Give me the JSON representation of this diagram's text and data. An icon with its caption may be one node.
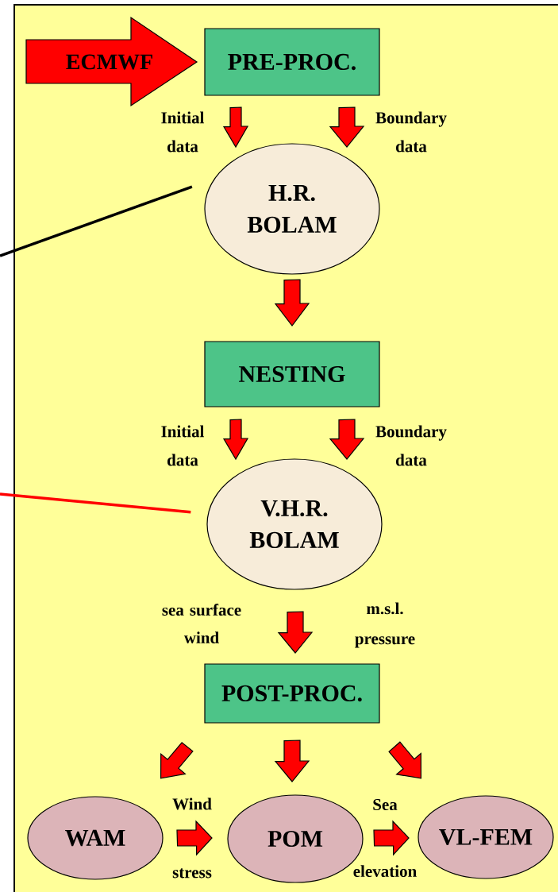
{
  "diagram": {
    "nodes": [
      {
        "text": [
          "ECMWF"
        ]
      },
      {
        "text": [
          "PRE-PROC."
        ]
      },
      {
        "text": [
          "H.R. BOLAM"
        ]
      },
      {
        "text": [
          "NESTING"
        ]
      },
      {
        "text": [
          "V.H.R. BOLAM"
        ]
      },
      {
        "text": [
          "POST-PROC."
        ]
      },
      {
        "text": [
          "WAM"
        ]
      },
      {
        "text": [
          "POM"
        ]
      },
      {
        "text": [
          "VL-FEM"
        ]
      }
    ],
    "edges": [
      {
        "from": 1,
        "to": 2,
        "arrow": "to",
        "label": "Initial data"
      },
      {
        "from": 1,
        "to": 2,
        "arrow": "to",
        "label": "Boundary data"
      },
      {
        "from": 2,
        "to": 3,
        "arrow": "to"
      },
      {
        "from": 3,
        "to": 4,
        "arrow": "to",
        "label": "Initial data"
      },
      {
        "from": 3,
        "to": 4,
        "arrow": "to",
        "label": "Boundary data"
      },
      {
        "from": 4,
        "to": 5,
        "arrow": "to",
        "label": "sea surface wind"
      },
      {
        "from": 5,
        "to": 6,
        "arrow": "to"
      },
      {
        "from": 5,
        "to": 7,
        "arrow": "to"
      },
      {
        "from": 5,
        "to": 8,
        "arrow": "to"
      },
      {
        "from": 6,
        "to": 7,
        "arrow": "to",
        "label": "Wind stress"
      },
      {
        "from": 7,
        "to": 8,
        "arrow": "to",
        "label": "Sea elevation"
      },
      {
        "from": null,
        "to": 2,
        "arrow": "none",
        "color": "#000000"
      },
      {
        "from": null,
        "to": 4,
        "arrow": "none",
        "color": "#ff0000"
      }
    ],
    "labels": [
      "m.s.l. pressure"
    ]
  }
}
